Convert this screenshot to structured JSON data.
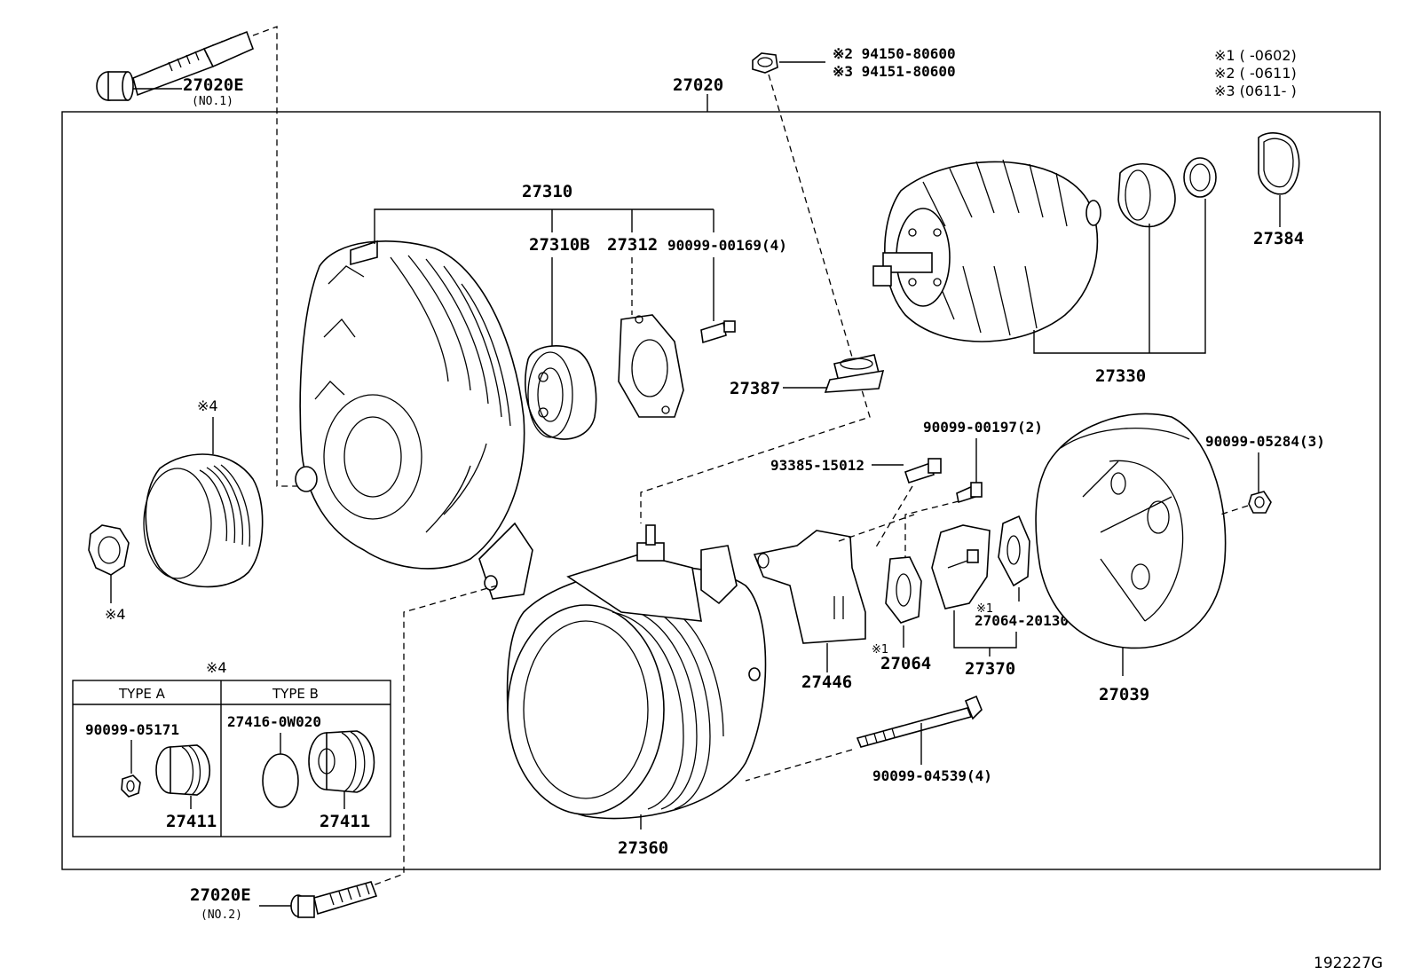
{
  "figure_code": "192227G",
  "legend": {
    "note1": "※1 (      -0602)",
    "note2": "※2 (    -0611)",
    "note3": "※3 (0611-    )"
  },
  "labels": {
    "assembly": "27020",
    "bolt_no1": "27020E",
    "bolt_no1_sub": "(NO.1)",
    "bolt_no2": "27020E",
    "bolt_no2_sub": "(NO.2)",
    "nut_top_a": "※2 94150-80600",
    "nut_top_b": "※3 94151-80600",
    "frame_group": "27310",
    "bearing": "27310B",
    "retainer": "27312",
    "retainer_screw": "90099-00169(4)",
    "rotor": "27330",
    "rear_cover_plate": "27384",
    "terminal_insulator": "27387",
    "pulley_mark": "※4",
    "nut_mark": "※4",
    "screw_93385": "93385-15012",
    "screw_00197": "90099-00197(2)",
    "nut_05284": "90099-05284(3)",
    "regulator_mark": "※1",
    "regulator_gasket": "27064-20130",
    "gasket_mark": "※1",
    "gasket": "27064",
    "regulator_brush": "27370",
    "plate": "27446",
    "rear_end_frame": "27039",
    "stator_frame": "27360",
    "through_bolt": "90099-04539(4)"
  },
  "inset": {
    "title": "※4",
    "type_a": "TYPE A",
    "type_b": "TYPE B",
    "a_nut": "90099-05171",
    "a_pulley": "27411",
    "b_cap": "27416-0W020",
    "b_pulley": "27411"
  }
}
